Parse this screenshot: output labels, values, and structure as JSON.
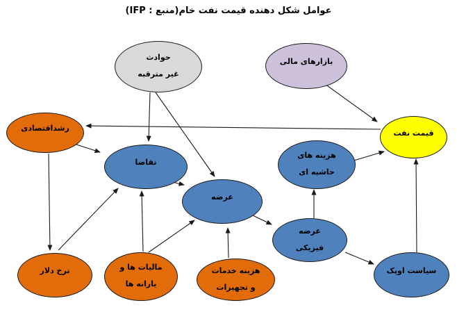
{
  "title": "عوامل شکل دهنده قیمت نفت خام(منبع : IFP)",
  "palette": {
    "gray": "#D9D9D9",
    "lavender": "#CCC0DA",
    "orange": "#E26B0A",
    "blue": "#4F81BD",
    "yellow": "#FFFF00",
    "arrow": "#1a1a1a",
    "text": "#000000",
    "background": "#FFFFFF"
  },
  "nodes": {
    "unexpected_events": {
      "line1": "حوادث",
      "line2": "غیر مترقبه",
      "color": "#D9D9D9"
    },
    "financial_markets": {
      "line1": "بازارهای مالی",
      "color": "#CCC0DA"
    },
    "economic_growth": {
      "line1": "رشداقتصادی",
      "color": "#E26B0A"
    },
    "demand": {
      "line1": "تقاضا",
      "color": "#4F81BD"
    },
    "supply": {
      "line1": "عرضه",
      "color": "#4F81BD"
    },
    "marginal_costs": {
      "line1": "هزینه های",
      "line2": "حاشیه ای",
      "color": "#4F81BD"
    },
    "oil_price": {
      "line1": "قیمت نفت",
      "color": "#FFFF00"
    },
    "physical_supply": {
      "line1": "عرضه",
      "line2": "فیزیکی",
      "color": "#4F81BD"
    },
    "dollar_rate": {
      "line1": "نرخ دلار",
      "color": "#E26B0A"
    },
    "taxes_subsidies": {
      "line1": "مالیات ها و",
      "line2": "یارانه ها",
      "color": "#E26B0A"
    },
    "services_equipment_costs": {
      "line1": "هزینه خدمات",
      "line2": "و تجهیزات",
      "color": "#E26B0A"
    },
    "opec_policy": {
      "line1": "سیاست اوپک",
      "color": "#4F81BD"
    }
  },
  "edges": [
    {
      "from": "unexpected_events",
      "to": "demand"
    },
    {
      "from": "unexpected_events",
      "to": "supply"
    },
    {
      "from": "financial_markets",
      "to": "oil_price"
    },
    {
      "from": "oil_price",
      "to": "economic_growth"
    },
    {
      "from": "economic_growth",
      "to": "demand"
    },
    {
      "from": "economic_growth",
      "to": "dollar_rate"
    },
    {
      "from": "dollar_rate",
      "to": "demand"
    },
    {
      "from": "demand",
      "to": "supply"
    },
    {
      "from": "taxes_subsidies",
      "to": "demand"
    },
    {
      "from": "taxes_subsidies",
      "to": "supply"
    },
    {
      "from": "services_equipment_costs",
      "to": "supply"
    },
    {
      "from": "supply",
      "to": "physical_supply"
    },
    {
      "from": "physical_supply",
      "to": "marginal_costs"
    },
    {
      "from": "marginal_costs",
      "to": "oil_price"
    },
    {
      "from": "physical_supply",
      "to": "opec_policy"
    },
    {
      "from": "opec_policy",
      "to": "oil_price"
    }
  ]
}
